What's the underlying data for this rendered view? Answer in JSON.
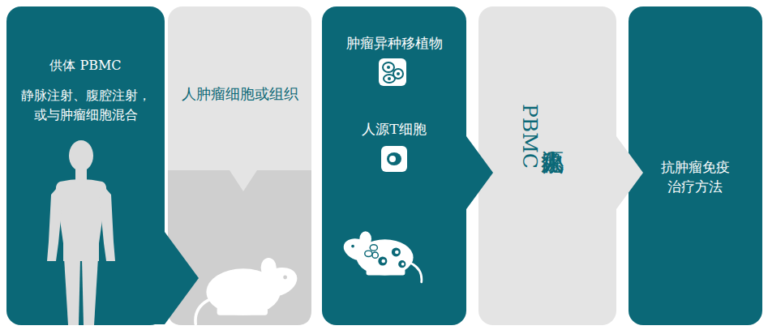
{
  "diagram": {
    "nodes": [
      {
        "text": [
          "供体 PBMC",
          "静脉注射、腹腔注射，或与肿瘤细胞混合"
        ]
      },
      {
        "text": [
          "人肿瘤细胞或组织"
        ]
      },
      {
        "text": [
          "肿瘤异种移植物",
          "人源T细胞"
        ]
      },
      {
        "text": [
          "PBMC",
          "人源化小鼠"
        ]
      },
      {
        "text": [
          "抗肿瘤免疫治疗方法"
        ]
      }
    ],
    "edges": [
      {
        "from": 0,
        "to": 1,
        "arrow": "to"
      },
      {
        "from": 2,
        "to": 3,
        "arrow": "to"
      },
      {
        "from": 3,
        "to": 4,
        "arrow": "to"
      }
    ]
  }
}
